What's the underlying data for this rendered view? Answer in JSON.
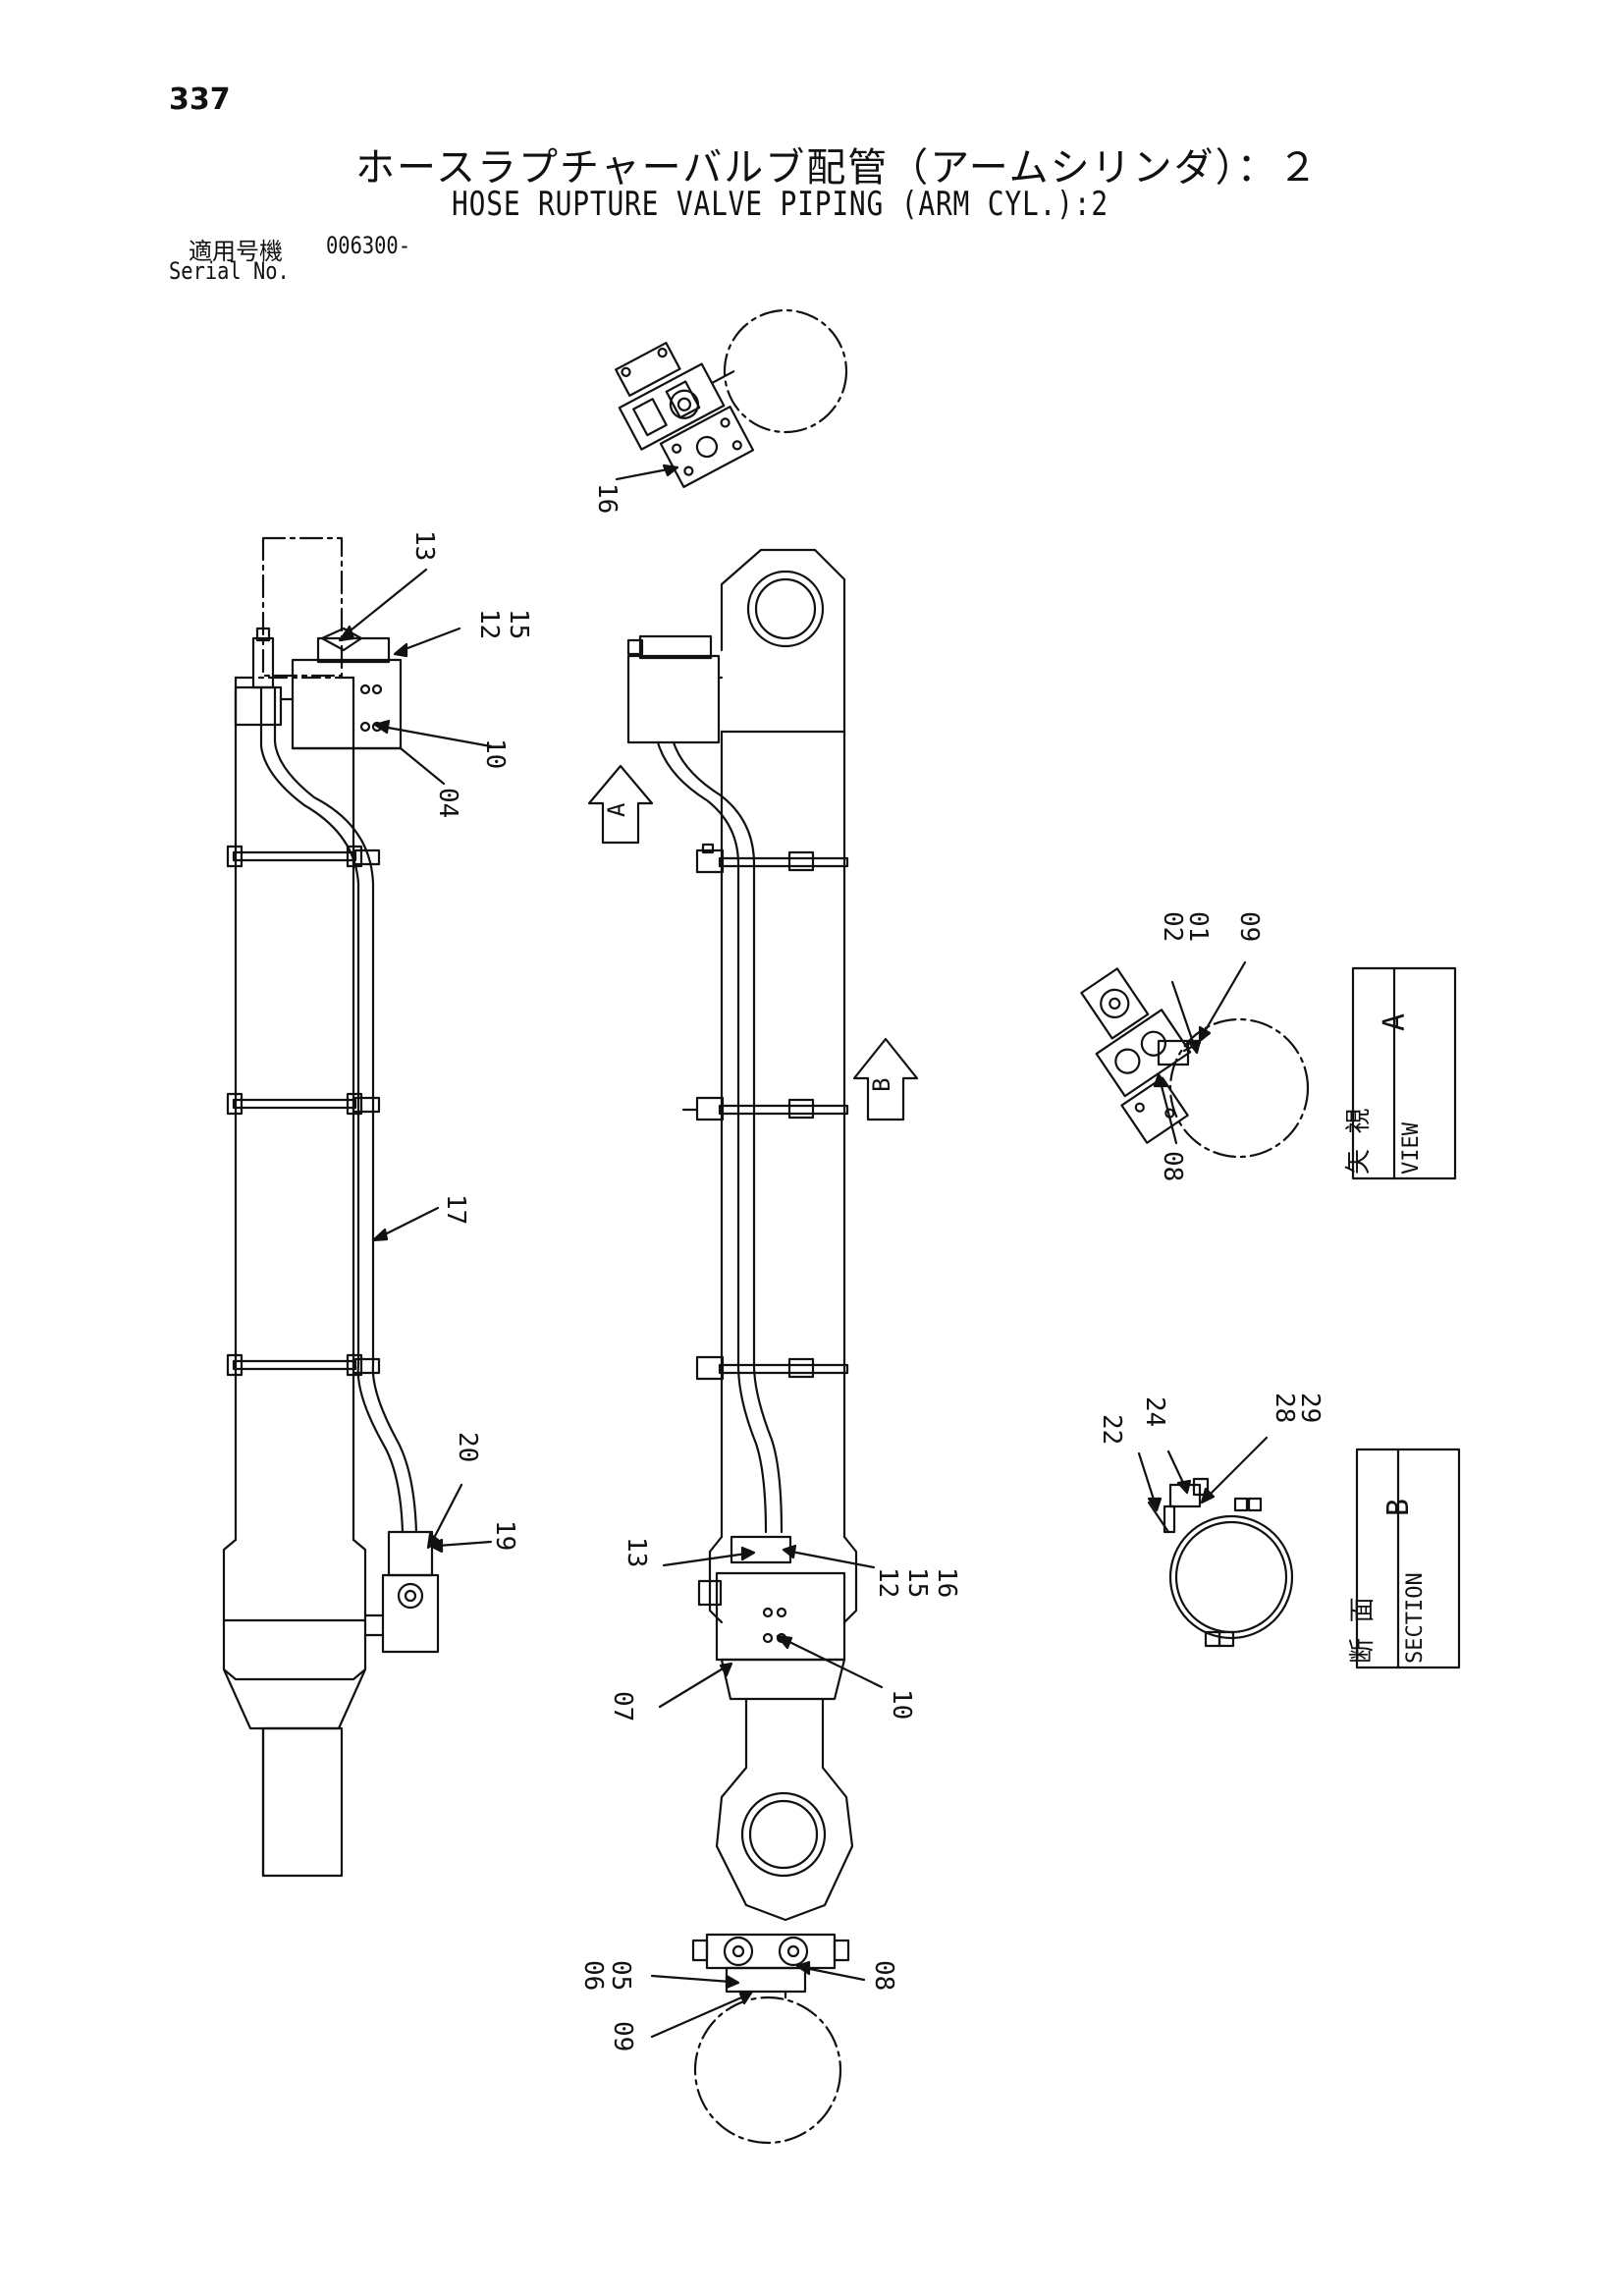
{
  "header": {
    "page_number": "337",
    "title_jp": "ホースラプチャーバルブ配管（アームシリンダ）：２",
    "title_en": "HOSE RUPTURE VALVE PIPING (ARM CYL.):2",
    "serial_label_jp": "適用号機",
    "serial_value": "006300-",
    "serial_label_en": "Serial No."
  },
  "views": {
    "view_a": {
      "jp": "矢 視",
      "en": "VIEW",
      "letter": "A"
    },
    "section_b": {
      "jp": "断 面",
      "en": "SECTION",
      "letter": "B"
    }
  },
  "arrows": {
    "a": "A",
    "b": "B"
  },
  "callouts": {
    "c01": "01",
    "c02": "02",
    "c04": "04",
    "c05": "05",
    "c06": "06",
    "c07": "07",
    "c08": "08",
    "c09": "09",
    "c10": "10",
    "c12": "12",
    "c13": "13",
    "c15": "15",
    "c16": "16",
    "c17": "17",
    "c19": "19",
    "c20": "20",
    "c22": "22",
    "c24": "24",
    "c28": "28",
    "c29": "29"
  }
}
